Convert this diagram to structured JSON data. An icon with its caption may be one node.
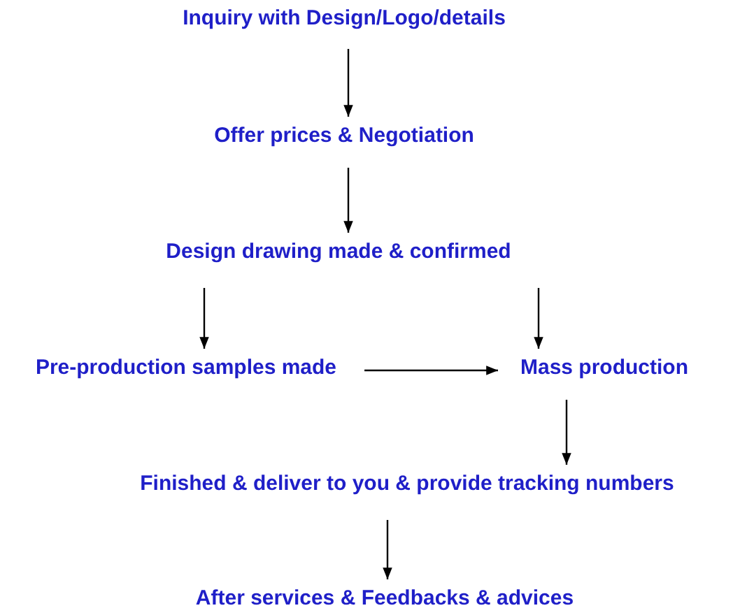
{
  "diagram": {
    "nodes": [
      {
        "text": [
          "Inquiry with Design/Logo/details"
        ]
      },
      {
        "text": [
          "Offer prices & Negotiation"
        ]
      },
      {
        "text": [
          "Design drawing made & confirmed"
        ]
      },
      {
        "text": [
          "Pre-production samples made"
        ]
      },
      {
        "text": [
          "Mass production"
        ]
      },
      {
        "text": [
          "Finished & deliver to you & provide tracking numbers"
        ]
      },
      {
        "text": [
          "After services & Feedbacks & advices"
        ]
      }
    ],
    "edges": [
      {
        "from": 0,
        "to": 1,
        "arrow": "to"
      },
      {
        "from": 1,
        "to": 2,
        "arrow": "to"
      },
      {
        "from": 2,
        "to": 3,
        "arrow": "to"
      },
      {
        "from": 2,
        "to": 4,
        "arrow": "to"
      },
      {
        "from": 3,
        "to": 4,
        "arrow": "to"
      },
      {
        "from": 4,
        "to": 5,
        "arrow": "to"
      },
      {
        "from": 5,
        "to": 6,
        "arrow": "to"
      }
    ]
  }
}
